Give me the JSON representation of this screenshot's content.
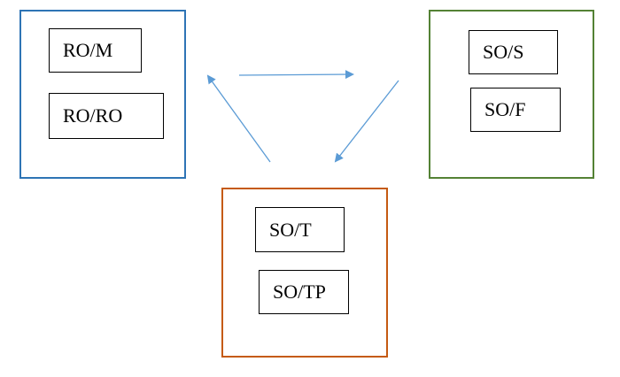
{
  "colors": {
    "left_group_border": "#2e74b5",
    "right_group_border": "#548235",
    "bottom_group_border": "#c55a11",
    "arrow": "#5b9bd5",
    "label_border": "#000000"
  },
  "groups": {
    "left": {
      "items": [
        "RO/M",
        "RO/RO"
      ]
    },
    "right": {
      "items": [
        "SO/S",
        "SO/F"
      ]
    },
    "bottom": {
      "items": [
        "SO/T",
        "SO/TP"
      ]
    }
  },
  "arrows": [
    {
      "from": "left",
      "to": "right"
    },
    {
      "from": "right",
      "to": "bottom"
    },
    {
      "from": "bottom",
      "to": "left"
    }
  ]
}
